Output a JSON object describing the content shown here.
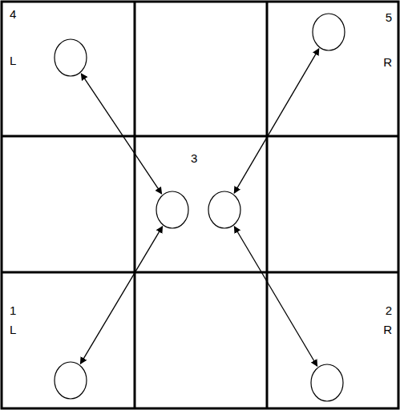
{
  "diagram": {
    "nodes": [
      {
        "text": [
          "4",
          "L"
        ]
      },
      {
        "text": [
          "5",
          "R"
        ]
      },
      {
        "text": [
          "3"
        ]
      },
      {
        "text": [
          "1",
          "L"
        ]
      },
      {
        "text": [
          "2",
          "R"
        ]
      }
    ],
    "edges": [
      {
        "from": 0,
        "to": 2,
        "arrow": "both"
      },
      {
        "from": 1,
        "to": 2,
        "arrow": "both"
      },
      {
        "from": 3,
        "to": 2,
        "arrow": "both"
      },
      {
        "from": 4,
        "to": 2,
        "arrow": "both"
      }
    ]
  }
}
